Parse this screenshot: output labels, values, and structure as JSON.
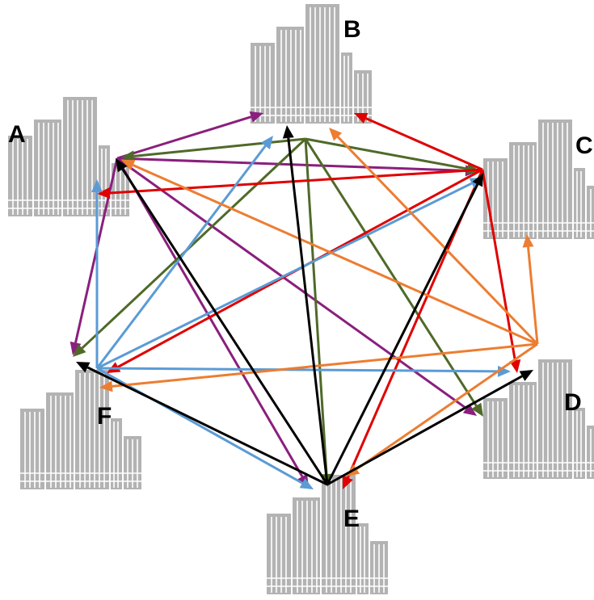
{
  "nodes": [
    {
      "id": "A",
      "label": "A"
    },
    {
      "id": "B",
      "label": "B"
    },
    {
      "id": "C",
      "label": "C"
    },
    {
      "id": "D",
      "label": "D"
    },
    {
      "id": "E",
      "label": "E"
    },
    {
      "id": "F",
      "label": "F"
    }
  ],
  "node_icon": "office-building-icon",
  "colors": {
    "purple": "#8a1f7d",
    "green": "#4f6a28",
    "red": "#e00000",
    "blue": "#5b9bd5",
    "orange": "#ed7d31",
    "black": "#000000",
    "building": "#b3b3b3"
  },
  "edges": [
    {
      "from": "A",
      "to": "B",
      "color": "purple"
    },
    {
      "from": "A",
      "to": "C",
      "color": "purple"
    },
    {
      "from": "A",
      "to": "D",
      "color": "purple"
    },
    {
      "from": "A",
      "to": "E",
      "color": "purple"
    },
    {
      "from": "A",
      "to": "F",
      "color": "purple"
    },
    {
      "from": "B",
      "to": "A",
      "color": "green"
    },
    {
      "from": "B",
      "to": "C",
      "color": "green"
    },
    {
      "from": "B",
      "to": "D",
      "color": "green"
    },
    {
      "from": "B",
      "to": "E",
      "color": "green"
    },
    {
      "from": "B",
      "to": "F",
      "color": "green"
    },
    {
      "from": "C",
      "to": "A",
      "color": "red"
    },
    {
      "from": "C",
      "to": "B",
      "color": "red"
    },
    {
      "from": "C",
      "to": "D",
      "color": "red"
    },
    {
      "from": "C",
      "to": "E",
      "color": "red"
    },
    {
      "from": "C",
      "to": "F",
      "color": "red"
    },
    {
      "from": "F",
      "to": "A",
      "color": "blue"
    },
    {
      "from": "F",
      "to": "B",
      "color": "blue"
    },
    {
      "from": "F",
      "to": "C",
      "color": "blue"
    },
    {
      "from": "F",
      "to": "D",
      "color": "blue"
    },
    {
      "from": "F",
      "to": "E",
      "color": "blue"
    },
    {
      "from": "D",
      "to": "A",
      "color": "orange"
    },
    {
      "from": "D",
      "to": "B",
      "color": "orange"
    },
    {
      "from": "D",
      "to": "C",
      "color": "orange"
    },
    {
      "from": "D",
      "to": "E",
      "color": "orange"
    },
    {
      "from": "D",
      "to": "F",
      "color": "orange"
    },
    {
      "from": "E",
      "to": "A",
      "color": "black"
    },
    {
      "from": "E",
      "to": "B",
      "color": "black"
    },
    {
      "from": "E",
      "to": "C",
      "color": "black"
    },
    {
      "from": "E",
      "to": "D",
      "color": "black"
    },
    {
      "from": "E",
      "to": "F",
      "color": "black"
    }
  ]
}
